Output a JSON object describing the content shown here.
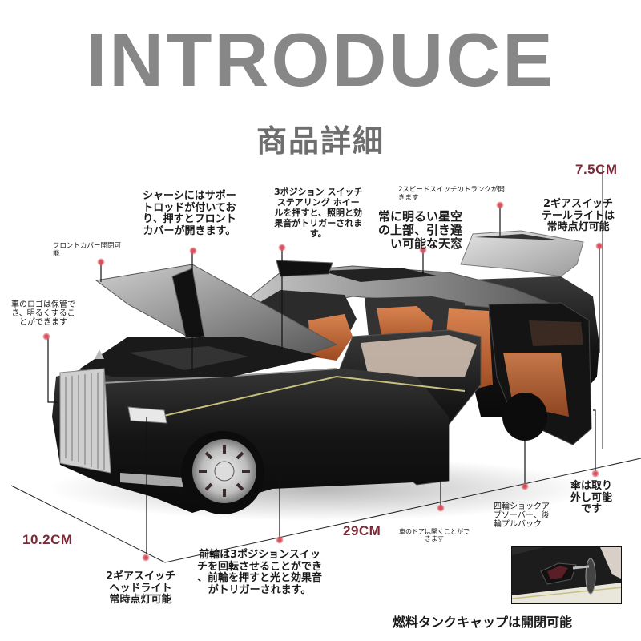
{
  "header": {
    "title": "INTRODUCE",
    "subtitle": "商品詳細"
  },
  "dimensions": {
    "height": "7.5CM",
    "width": "10.2CM",
    "length": "29CM"
  },
  "colors": {
    "title_gray": "#878787",
    "subtitle_gray": "#6e6e6e",
    "dimension_red": "#7a2a36",
    "callout_dot": "#d8505c",
    "car_body": "#1c1c1c",
    "car_roof_silver": "#9a9a9a",
    "interior_orange": "#c8693a"
  },
  "callouts": {
    "front_cover": "フロントカバー開閉可\n能",
    "logo": "車のロゴは保管で\nき、明るくするこ\nとができます",
    "chassis": "シャーシにはサポー\nトロッドが付いてお\nり、押すとフロント\nカバーが開きます。",
    "steering": "3ポジション スイッチ\nステアリング ホイー\nルを押すと、照明と効\n果音がトリガーされま\nす。",
    "trunk": "2スピードスイッチのトランクが開\nきます",
    "sunroof": "常に明るい星空\nの上部、引き違\nい可能な天窓",
    "taillight": "2ギアスイッチ\nテールライトは\n常時点灯可能",
    "umbrella": "傘は取り\n外し可能\nです",
    "suspension": "四輪ショックア\nブソーバー、後\n輪プルバック",
    "doors": "車のドアは開くことがで\nきます",
    "front_wheel": "前輪は3ポジションスイッ\nチを回転させることができ\n、前輪を押すと光と効果音\nがトリガーされます。",
    "headlight": "2ギアスイッチ\nヘッドライト\n常時点灯可能",
    "fuel_cap": "燃料タンクキャップは開閉可能"
  }
}
